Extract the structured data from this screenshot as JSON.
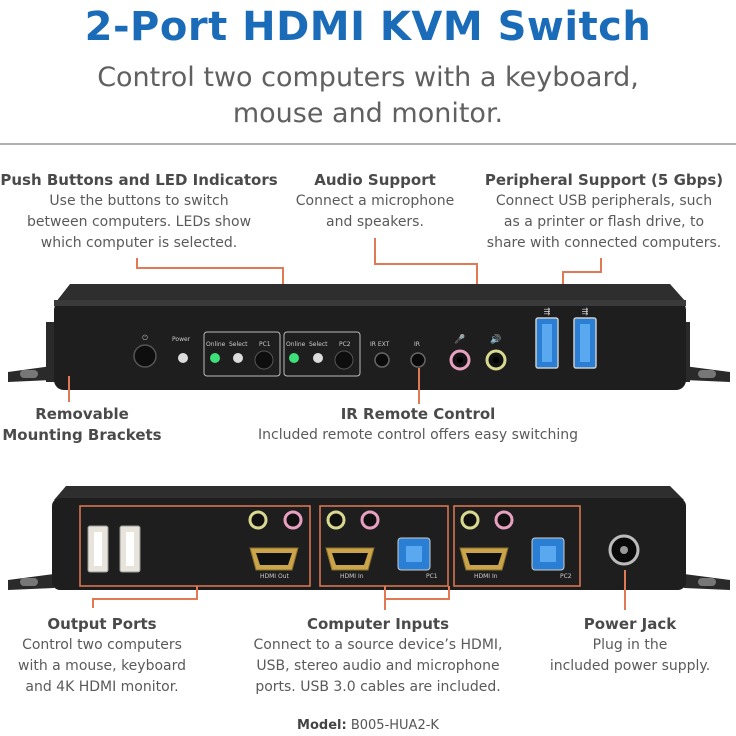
{
  "header": {
    "title": "2-Port HDMI KVM Switch",
    "subtitle_line1": "Control two computers with a keyboard,",
    "subtitle_line2": "mouse and monitor."
  },
  "callouts": {
    "push_buttons": {
      "heading": "Push Buttons and LED Indicators",
      "lines": [
        "Use the buttons to switch",
        "between computers. LEDs show",
        "which computer is selected."
      ]
    },
    "audio": {
      "heading": "Audio Support",
      "lines": [
        "Connect a microphone",
        "and speakers."
      ]
    },
    "peripheral": {
      "heading": "Peripheral Support (5 Gbps)",
      "lines": [
        "Connect USB peripherals, such",
        "as a printer or flash drive, to",
        "share with connected computers."
      ]
    },
    "brackets": {
      "heading_line1": "Removable",
      "heading_line2": "Mounting Brackets"
    },
    "ir_remote": {
      "heading": "IR Remote Control",
      "lines": [
        "Included remote control offers easy switching"
      ]
    },
    "output_ports": {
      "heading": "Output Ports",
      "lines": [
        "Control two computers",
        "with a mouse, keyboard",
        "and 4K HDMI monitor."
      ]
    },
    "computer_inputs": {
      "heading": "Computer Inputs",
      "lines": [
        "Connect to a source device’s HDMI,",
        "USB, stereo audio and microphone",
        "ports. USB 3.0 cables are included."
      ]
    },
    "power_jack": {
      "heading": "Power Jack",
      "lines": [
        "Plug in the",
        "included power supply."
      ]
    }
  },
  "front_panel": {
    "labels": {
      "power": "Power",
      "online1": "Online",
      "select1": "Select",
      "pc1": "PC1",
      "online2": "Online",
      "select2": "Select",
      "pc2": "PC2",
      "ir_ext": "IR EXT",
      "ir": "IR"
    }
  },
  "rear_panel": {
    "labels": {
      "hdmi_out": "HDMI Out",
      "hdmi_in1": "HDMI In",
      "pc1": "PC1",
      "hdmi_in2": "HDMI In",
      "pc2": "PC2"
    }
  },
  "footer": {
    "model_label": "Model:",
    "model_value": "B005-HUA2-K"
  },
  "colors": {
    "title_blue": "#1a6bb8",
    "callout_line": "#e07a55",
    "device_body": "#1e1e1e",
    "usb_blue": "#2a7fd4",
    "led_green": "#3ee07a",
    "mic_pink": "#e8a0c0",
    "audio_yellow": "#d8d890"
  }
}
